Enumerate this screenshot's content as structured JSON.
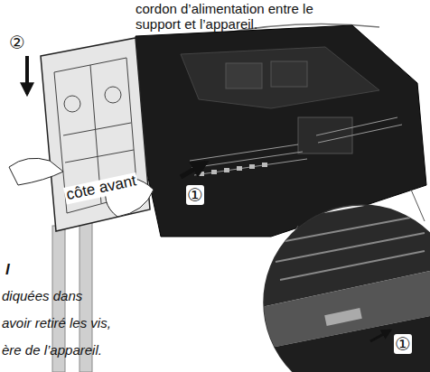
{
  "diagram": {
    "labels": [
      "cordon d’alimentation entre le support et l’appareil.",
      "②",
      "côte avant",
      "①",
      "①",
      "l",
      "diquées dans",
      "avoir retiré les vis,",
      "ère de l’appareil."
    ]
  }
}
